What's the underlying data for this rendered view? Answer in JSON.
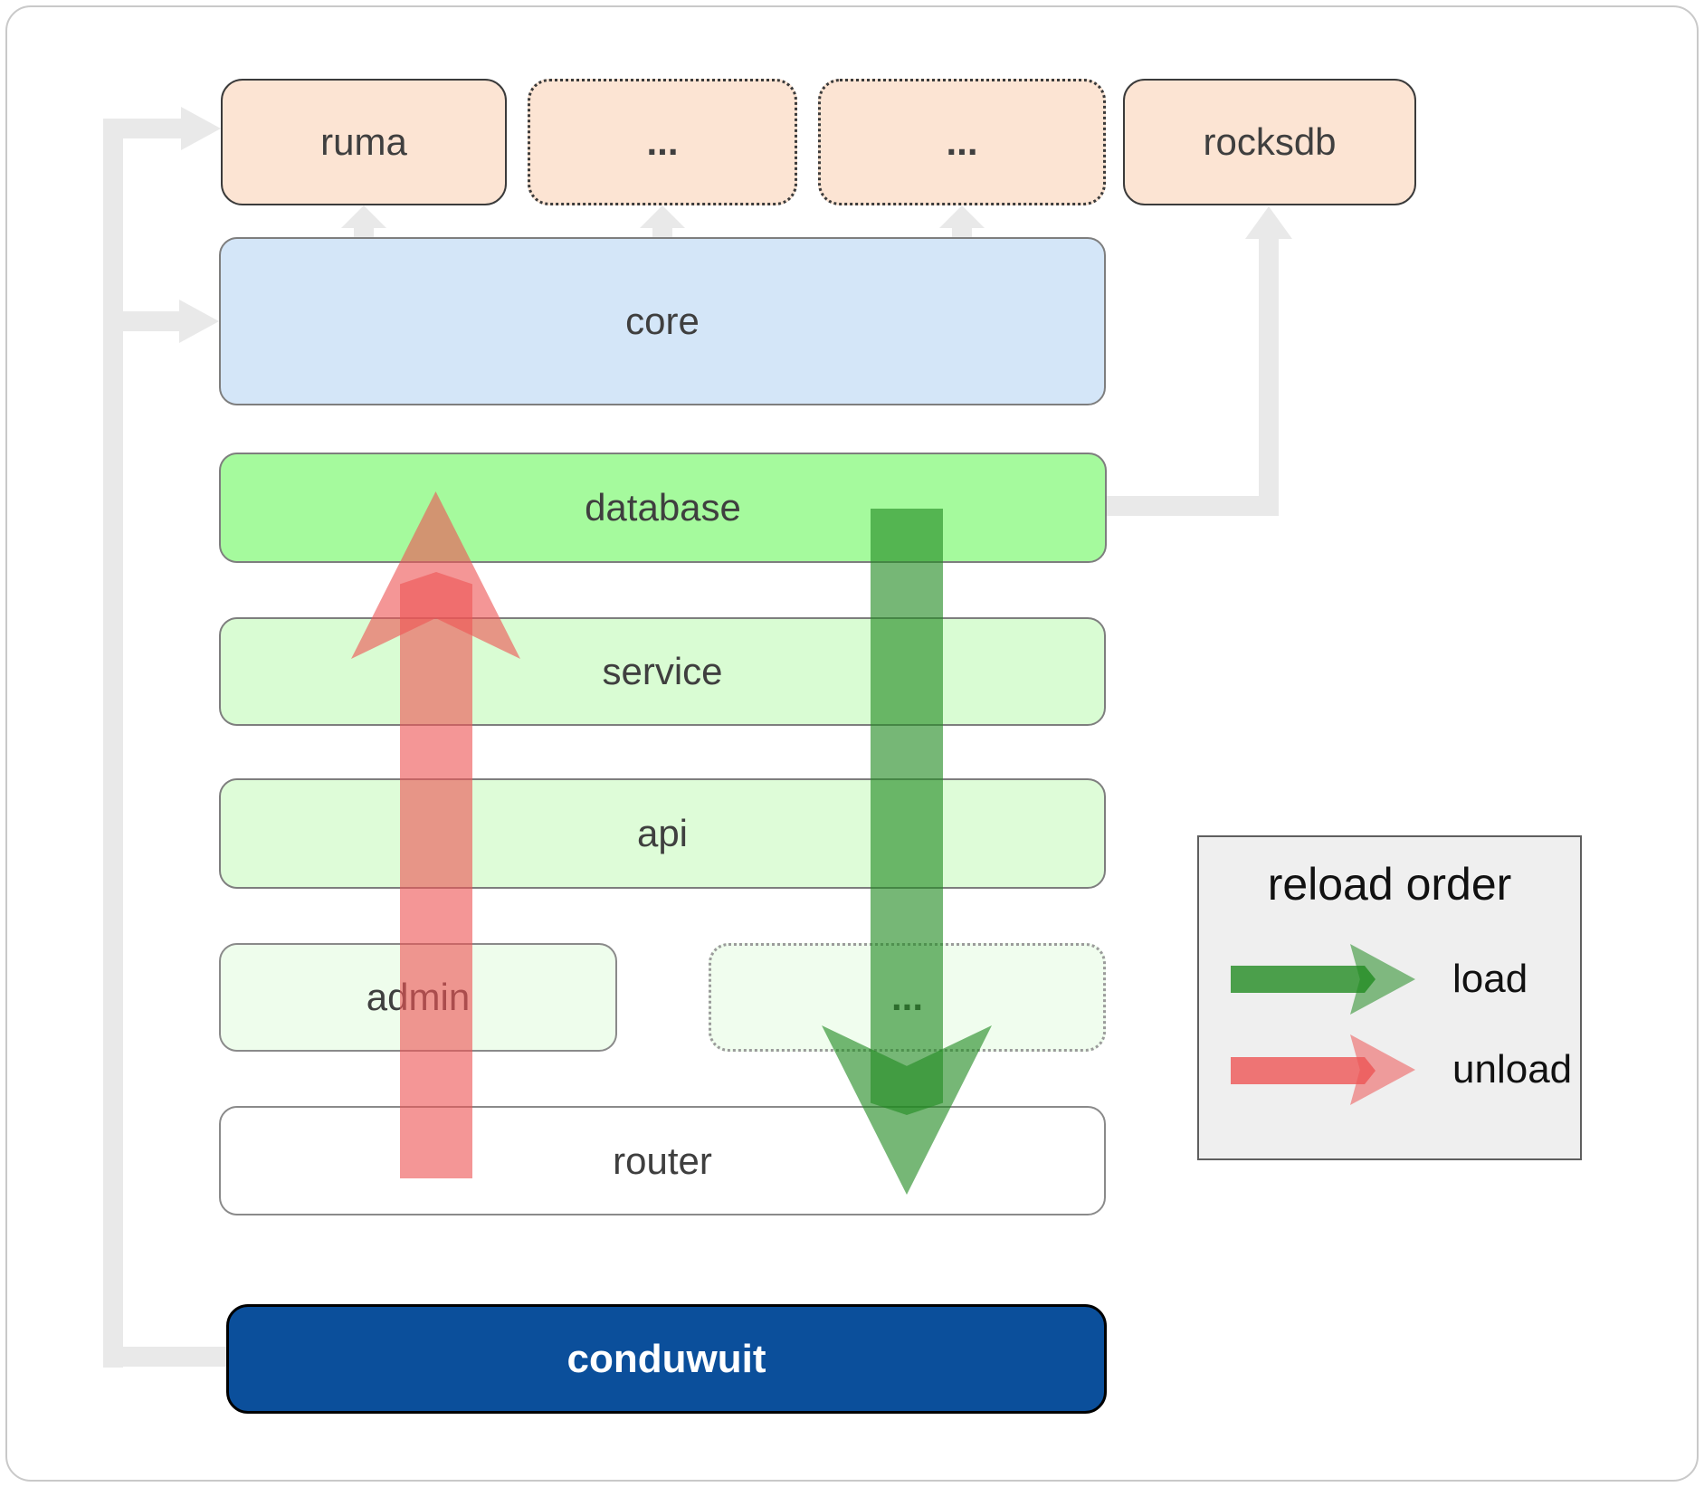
{
  "nodes": {
    "ruma": {
      "label": "ruma"
    },
    "deps_more_1": {
      "label": "..."
    },
    "deps_more_2": {
      "label": "..."
    },
    "rocksdb": {
      "label": "rocksdb"
    },
    "core": {
      "label": "core"
    },
    "database": {
      "label": "database"
    },
    "service": {
      "label": "service"
    },
    "api": {
      "label": "api"
    },
    "admin": {
      "label": "admin"
    },
    "services_more": {
      "label": "..."
    },
    "router": {
      "label": "router"
    },
    "conduwuit": {
      "label": "conduwuit"
    }
  },
  "legend": {
    "title": "reload order",
    "load_label": "load",
    "unload_label": "unload"
  },
  "colors": {
    "load_arrow": "#228b22",
    "unload_arrow": "#ed5555",
    "connector_gray": "#e9e9e9",
    "conduwuit_blue": "#0b4f9b",
    "core_fill": "#d4e6f8",
    "database_fill": "#a5fa9d",
    "service_fill": "#d9fcd3",
    "api_fill": "#defcd8",
    "admin_fill": "#eefdec",
    "admin_more_fill": "#f0fdee",
    "dependency_fill": "#fce4d3",
    "router_fill": "#ffffff",
    "legend_bg": "#efefef"
  }
}
